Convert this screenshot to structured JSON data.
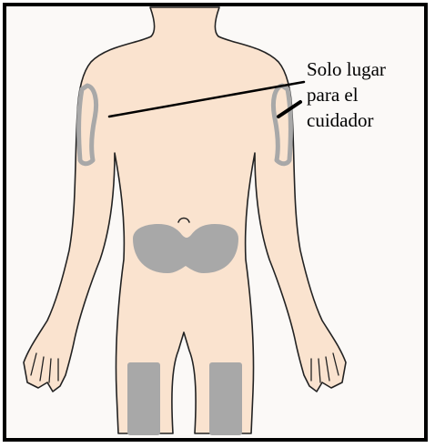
{
  "callout": {
    "lines": [
      "Solo lugar",
      "para el",
      "cuidador"
    ]
  },
  "colors": {
    "skin": "#fae3cf",
    "outline": "#222222",
    "injection_zone": "#a8a8a8",
    "frame": "#000000"
  }
}
